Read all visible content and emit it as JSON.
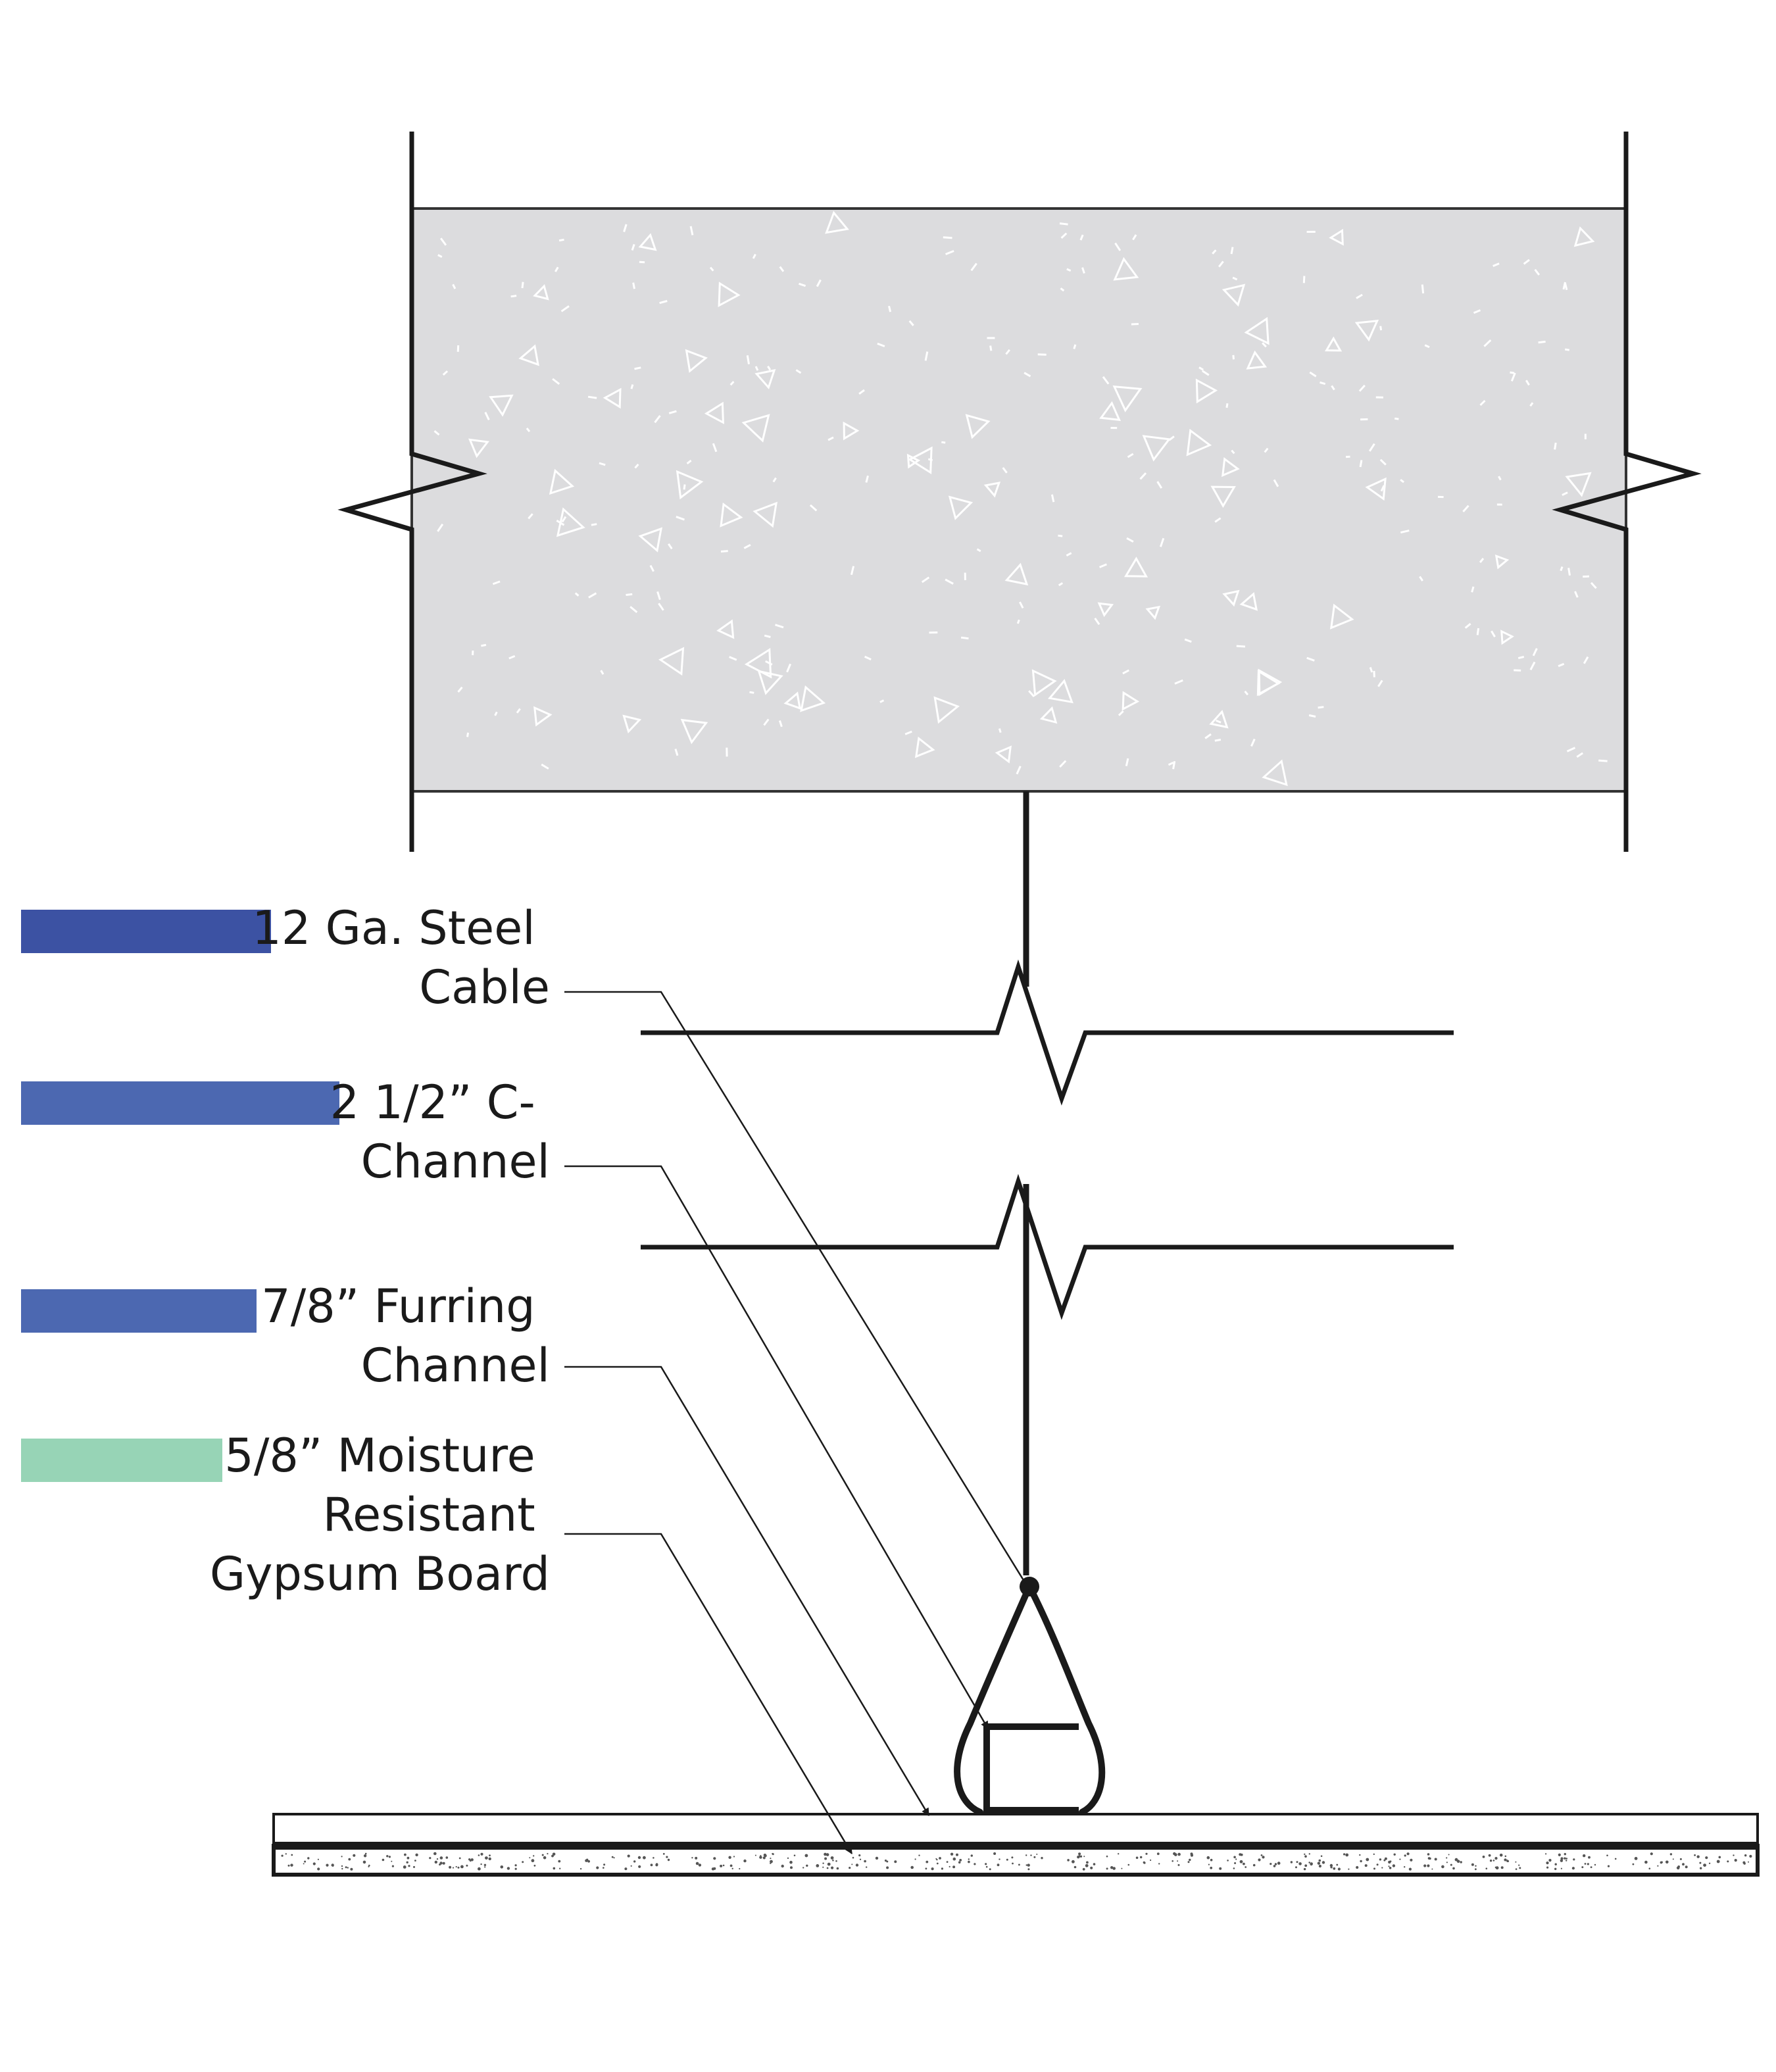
{
  "legend": [
    {
      "lines": [
        "12 Ga. Steel",
        "Cable"
      ],
      "color": "#3c52a3",
      "component": "steel-cable"
    },
    {
      "lines": [
        "2 1/2” C-",
        "Channel"
      ],
      "color": "#4c68b1",
      "component": "c-channel"
    },
    {
      "lines": [
        "7/8” Furring",
        "Channel"
      ],
      "color": "#4c68b1",
      "component": "furring-channel"
    },
    {
      "lines": [
        "5/8” Moisture",
        "Resistant",
        "Gypsum Board"
      ],
      "color": "#97d4b6",
      "component": "gypsum-board"
    }
  ],
  "colors": {
    "concrete": "#dcdcde",
    "line": "#1a1a1a"
  }
}
